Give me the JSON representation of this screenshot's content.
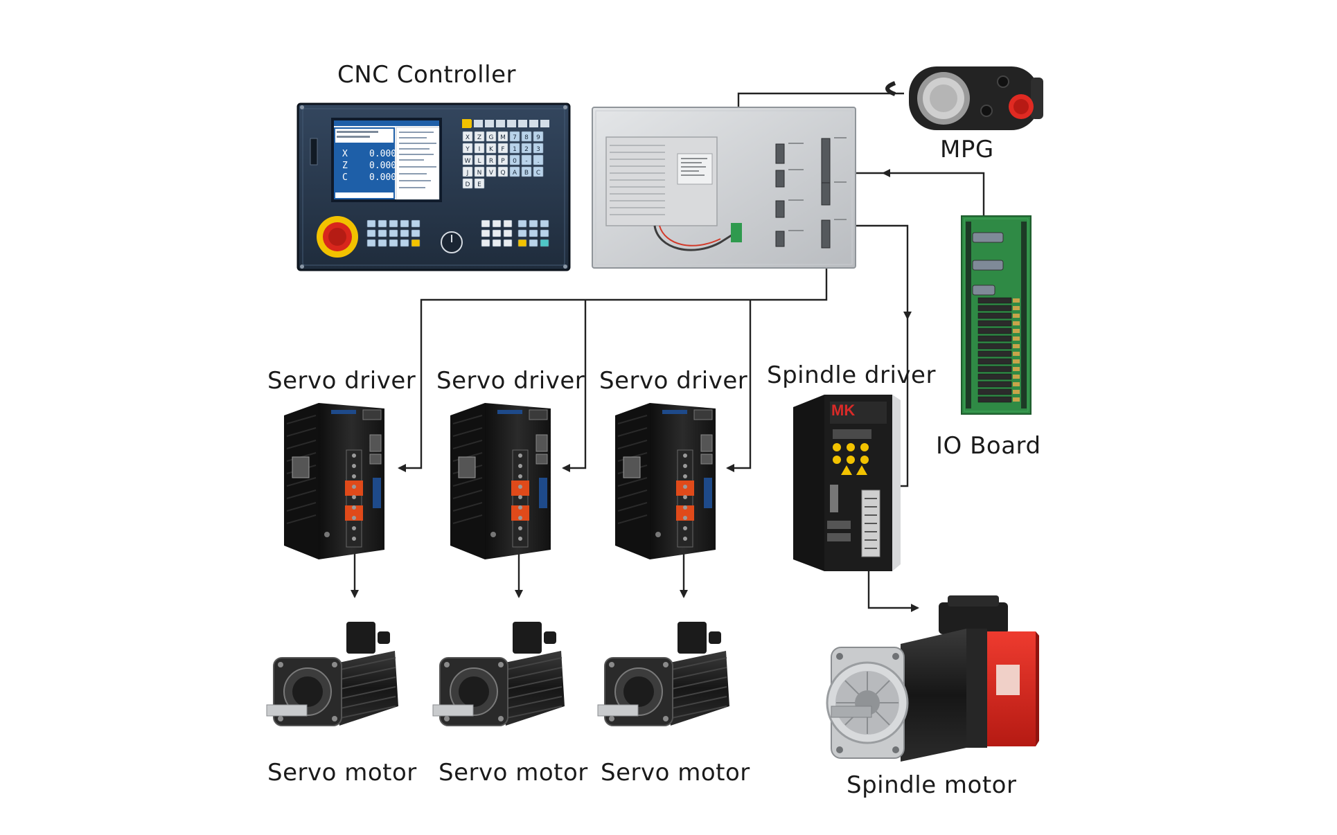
{
  "labels": {
    "cnc_controller": "CNC Controller",
    "mpg": "MPG",
    "io_board": "IO Board",
    "servo_driver_1": "Servo driver",
    "servo_driver_2": "Servo driver",
    "servo_driver_3": "Servo driver",
    "spindle_driver": "Spindle driver",
    "servo_motor_1": "Servo motor",
    "servo_motor_2": "Servo motor",
    "servo_motor_3": "Servo motor",
    "spindle_motor": "Spindle motor"
  },
  "cnc_screen": {
    "axes": [
      {
        "name": "X",
        "value": "0.000"
      },
      {
        "name": "Z",
        "value": "0.000"
      },
      {
        "name": "C",
        "value": "0.000"
      }
    ],
    "keys": [
      "X",
      "Z",
      "G",
      "M",
      "7",
      "8",
      "9",
      "Y",
      "I",
      "K",
      "F",
      "1",
      "2",
      "3",
      "W",
      "L",
      "R",
      "P",
      "0",
      "-",
      ".",
      "J",
      "N",
      "V",
      "Q",
      "A",
      "B",
      "C",
      "D",
      "E"
    ]
  },
  "spindle_driver_brand": "MK",
  "colors": {
    "wire": "#222222",
    "device_black": "#1c1c1c",
    "panel_blue": "#2b3a4e",
    "screen_blue": "#1e5fa8",
    "key_blue": "#b9d3ea",
    "estop_red": "#d8261c",
    "estop_yellow": "#f2c200",
    "io_green": "#2f8a45",
    "motor_red": "#d9241c",
    "terminal_orange": "#e04a1a"
  }
}
